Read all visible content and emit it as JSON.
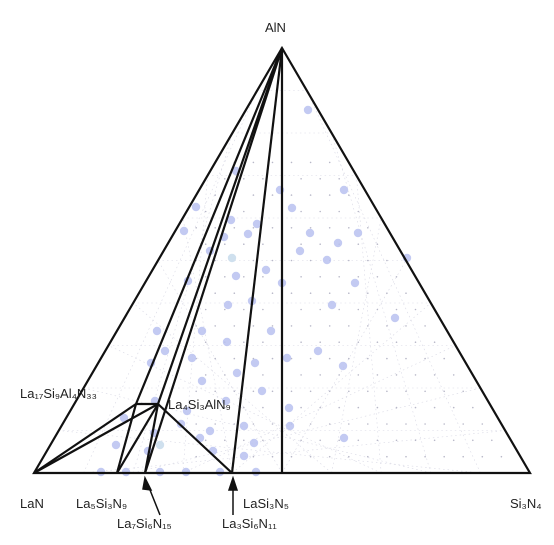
{
  "diagram": {
    "vertices": {
      "top": {
        "label": "AlN"
      },
      "left": {
        "label": "LaN"
      },
      "right": {
        "label": "Si₃N₄"
      }
    },
    "phases": {
      "la17": {
        "label": "La₁₇Si₉Al₄N₃₃"
      },
      "la4al": {
        "label": "La₄Si₃AlN₉"
      },
      "la5": {
        "label": "La₅Si₃N₉"
      },
      "la7": {
        "label": "La₇Si₆N₁₅"
      },
      "la3si6": {
        "label": "La₃Si₆N₁₁"
      },
      "lasi3": {
        "label": "LaSi₃N₅"
      }
    },
    "colors": {
      "line": "#111111",
      "dot": "#b9c1f0",
      "dot_light": "#cfe0ee",
      "grid": "#d8d8e4",
      "speckle": "#b8b8c8"
    }
  }
}
